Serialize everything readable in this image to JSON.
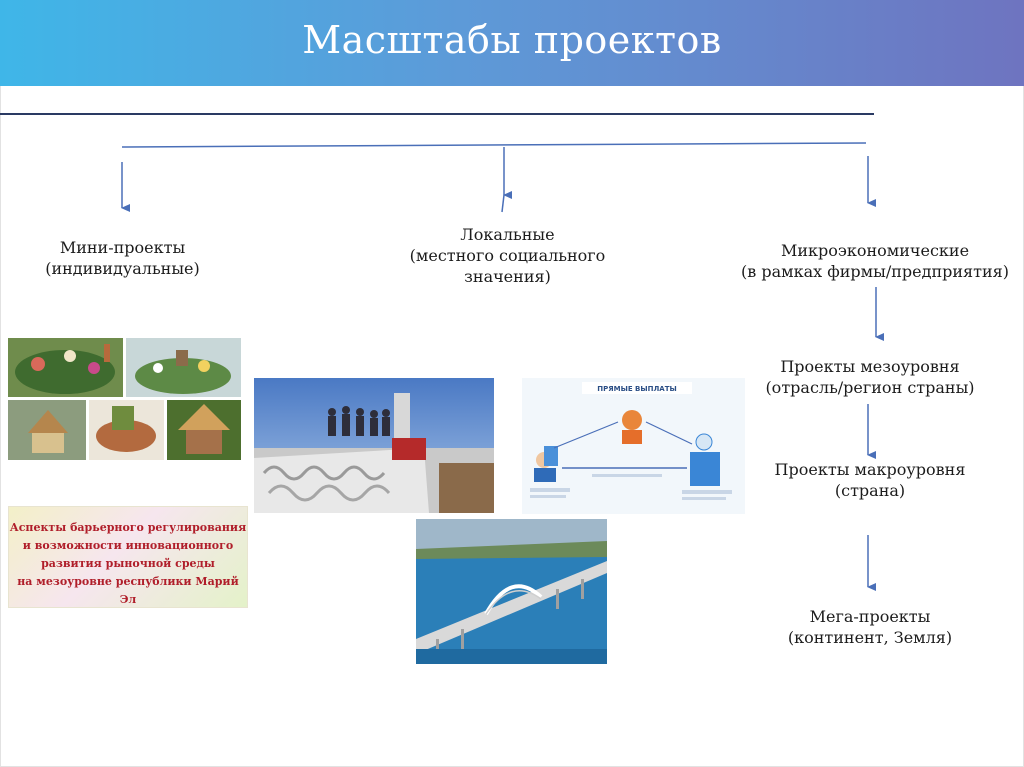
{
  "title": "Масштабы проектов",
  "nodes": {
    "mini": {
      "line1": "Мини-проекты",
      "line2": "(индивидуальные)"
    },
    "local": {
      "line1": "Локальные",
      "line2": "(местного социального",
      "line3": "значения)"
    },
    "micro": {
      "line1": "Микроэкономические",
      "line2": "(в рамках фирмы/предприятия)"
    },
    "meso": {
      "line1": "Проекты мезоуровня",
      "line2": "(отрасль/регион страны)"
    },
    "macro": {
      "line1": "Проекты макроуровня",
      "line2": "(страна)"
    },
    "mega": {
      "line1": "Мега-проекты",
      "line2": "(континент, Земля)"
    }
  },
  "banner": {
    "line1": "Аспекты барьерного регулирования",
    "line2": "и возможности инновационного",
    "line3": "развития рыночной среды",
    "line4": "на мезоуровне республики Марий Эл"
  },
  "payments_diagram": {
    "title": "ПРЯМЫЕ ВЫПЛАТЫ"
  },
  "colors": {
    "header_start": "#3fb6e8",
    "header_end": "#6e74c0",
    "arrow": "#4a6fb8",
    "rule": "#2a3a63"
  }
}
